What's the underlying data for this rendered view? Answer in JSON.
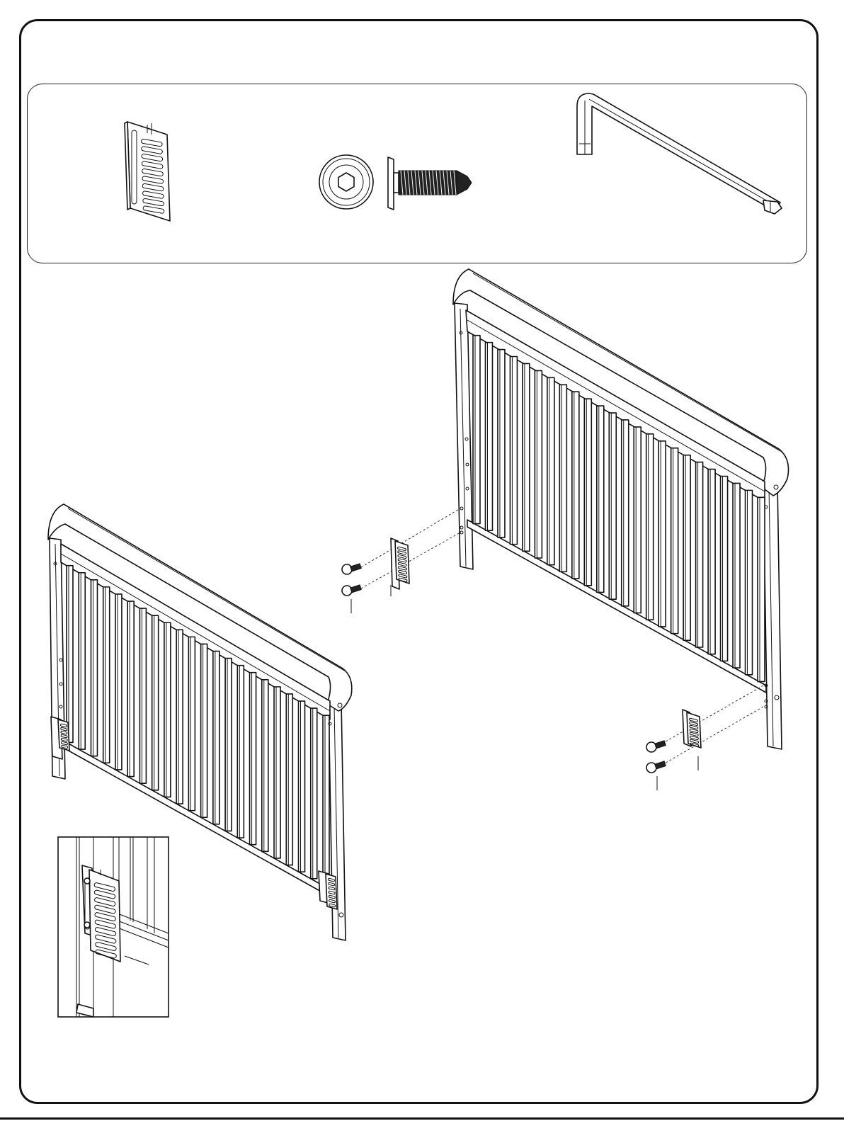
{
  "document": {
    "type": "assembly-instruction-page",
    "colors": {
      "line": "#111111",
      "background": "#ffffff",
      "fill_dark": "#222222"
    }
  },
  "parts_panel": {
    "items": [
      {
        "icon": "slotted-bracket-icon"
      },
      {
        "icon": "bolt-head-icon"
      },
      {
        "icon": "bolt-side-icon"
      },
      {
        "icon": "allen-wrench-icon"
      }
    ]
  },
  "illustration": {
    "headboard_slats": 24,
    "footboard_slats": 22,
    "components": [
      "headboard-illustration",
      "footboard-illustration",
      "detail-inset"
    ]
  }
}
